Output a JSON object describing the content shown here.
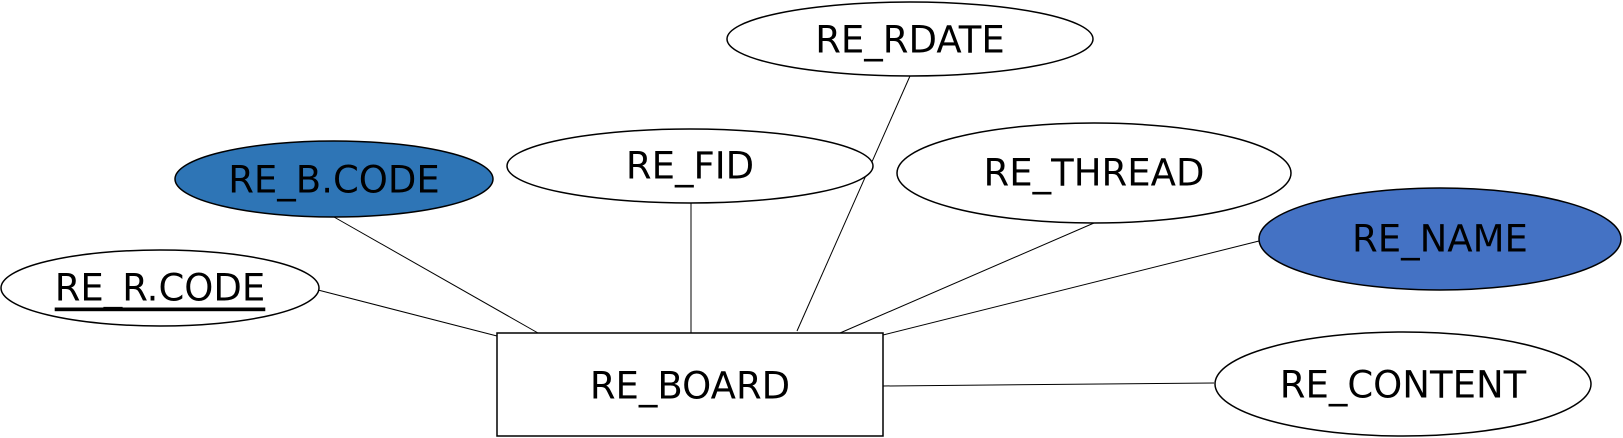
{
  "diagram": {
    "entity": {
      "label": "RE_BOARD"
    },
    "attributes": [
      {
        "id": "rdate",
        "label": "RE_RDATE",
        "fill": "#ffffff",
        "underlined": false
      },
      {
        "id": "fid",
        "label": "RE_FID",
        "fill": "#ffffff",
        "underlined": false
      },
      {
        "id": "thread",
        "label": "RE_THREAD",
        "fill": "#ffffff",
        "underlined": false
      },
      {
        "id": "bcode",
        "label": "RE_B.CODE",
        "fill": "#2e75b6",
        "underlined": false
      },
      {
        "id": "name",
        "label": "RE_NAME",
        "fill": "#4472c4",
        "underlined": false
      },
      {
        "id": "rcode",
        "label": "RE_R.CODE",
        "fill": "#ffffff",
        "underlined": true
      },
      {
        "id": "content",
        "label": "RE_CONTENT",
        "fill": "#ffffff",
        "underlined": false
      }
    ]
  }
}
